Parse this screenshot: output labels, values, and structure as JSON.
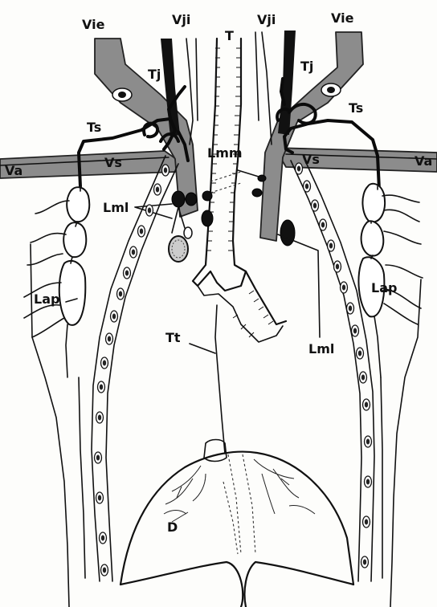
{
  "labels": {
    "vie_left": "Vie",
    "vji_left": "Vji",
    "trachea": "T",
    "vji_right": "Vji",
    "vie_right": "Vie",
    "tj_left": "Tj",
    "tj_right": "Tj",
    "ts_left": "Ts",
    "ts_right": "Ts",
    "lmm": "Lmm",
    "va_left": "Va",
    "vs_left": "Vs",
    "vs_right": "Vs",
    "va_right": "Va",
    "lml_left": "Lml",
    "lml_right": "Lml",
    "lap_left": "Lap",
    "lap_right": "Lap",
    "tt": "Tt",
    "diaphragm": "D"
  }
}
